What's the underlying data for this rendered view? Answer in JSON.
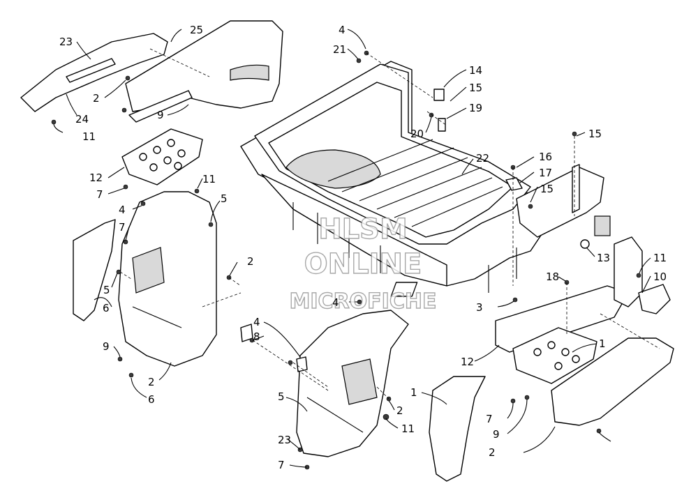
{
  "watermark": {
    "line1": "HLSM",
    "line2": "ONLINE",
    "line3": "MICROFICHE"
  },
  "callouts": [
    {
      "label": "23"
    },
    {
      "label": "25"
    },
    {
      "label": "4"
    },
    {
      "label": "21"
    },
    {
      "label": "14"
    },
    {
      "label": "15"
    },
    {
      "label": "19"
    },
    {
      "label": "2"
    },
    {
      "label": "24"
    },
    {
      "label": "9"
    },
    {
      "label": "11"
    },
    {
      "label": "20"
    },
    {
      "label": "22"
    },
    {
      "label": "15"
    },
    {
      "label": "16"
    },
    {
      "label": "17"
    },
    {
      "label": "15"
    },
    {
      "label": "12"
    },
    {
      "label": "7"
    },
    {
      "label": "11"
    },
    {
      "label": "4"
    },
    {
      "label": "5"
    },
    {
      "label": "7"
    },
    {
      "label": "13"
    },
    {
      "label": "2"
    },
    {
      "label": "11"
    },
    {
      "label": "10"
    },
    {
      "label": "5"
    },
    {
      "label": "6"
    },
    {
      "label": "4"
    },
    {
      "label": "18"
    },
    {
      "label": "3"
    },
    {
      "label": "4"
    },
    {
      "label": "8"
    },
    {
      "label": "9"
    },
    {
      "label": "12"
    },
    {
      "label": "1"
    },
    {
      "label": "2"
    },
    {
      "label": "6"
    },
    {
      "label": "1"
    },
    {
      "label": "5"
    },
    {
      "label": "2"
    },
    {
      "label": "11"
    },
    {
      "label": "7"
    },
    {
      "label": "9"
    },
    {
      "label": "23"
    },
    {
      "label": "2"
    },
    {
      "label": "7"
    }
  ]
}
